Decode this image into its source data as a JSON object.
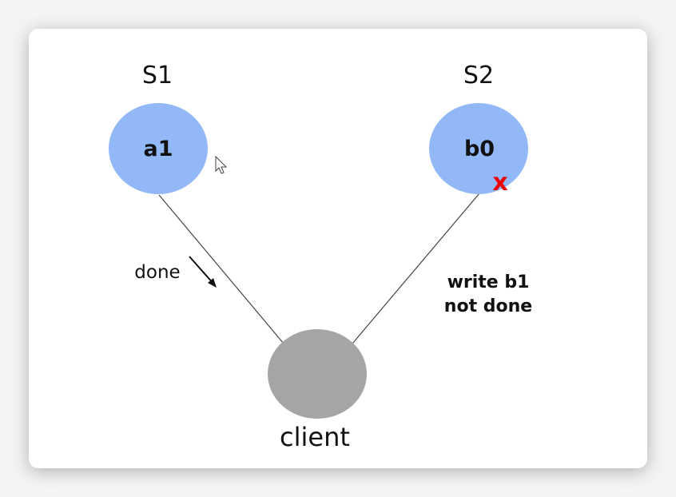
{
  "nodes": {
    "s1": {
      "name": "S1",
      "value": "a1",
      "fill": "#92b8f8"
    },
    "s2": {
      "name": "S2",
      "value": "b0",
      "fill": "#92b8f8",
      "failure_mark": "x",
      "failure_color": "#ee0000"
    },
    "client": {
      "label": "client",
      "fill": "#a5a5a5"
    }
  },
  "edges": {
    "s1_client": {
      "label": "done"
    },
    "s2_client": {
      "label_line1": "write b1",
      "label_line2": "not done"
    }
  },
  "icons": [
    "arrow-icon",
    "mouse-cursor-icon",
    "failure-x-icon"
  ]
}
